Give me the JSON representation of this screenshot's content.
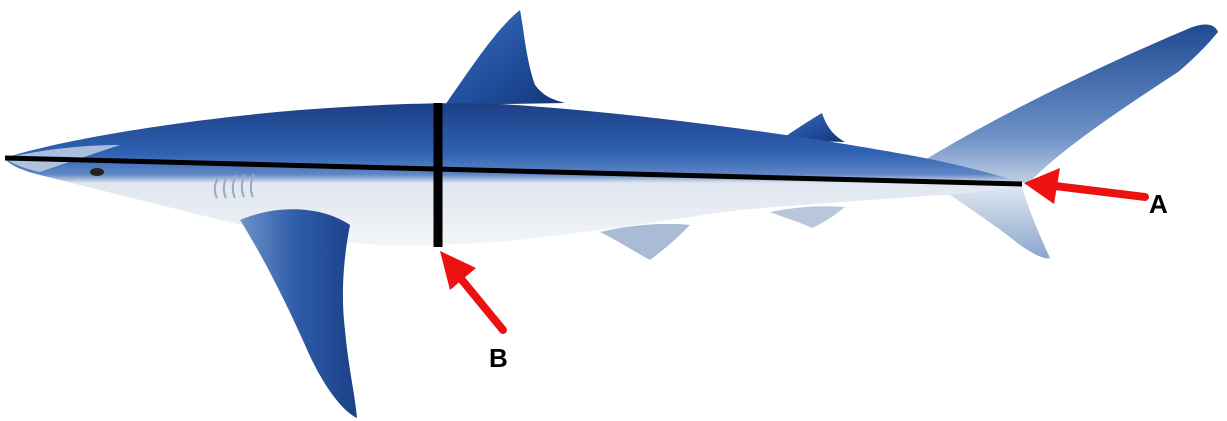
{
  "labels": {
    "a": "A",
    "b": "B"
  },
  "colors": {
    "background": "#ffffff",
    "shark_back": "#2d5aa8",
    "shark_back_dark": "#163b7a",
    "shark_belly": "#e9eef4",
    "measure_line": "#000000",
    "arrow": "#ee1111"
  },
  "icons": {
    "subject": "blue-shark-illustration",
    "arrow_a": "red-arrow-icon",
    "arrow_b": "red-arrow-icon"
  }
}
